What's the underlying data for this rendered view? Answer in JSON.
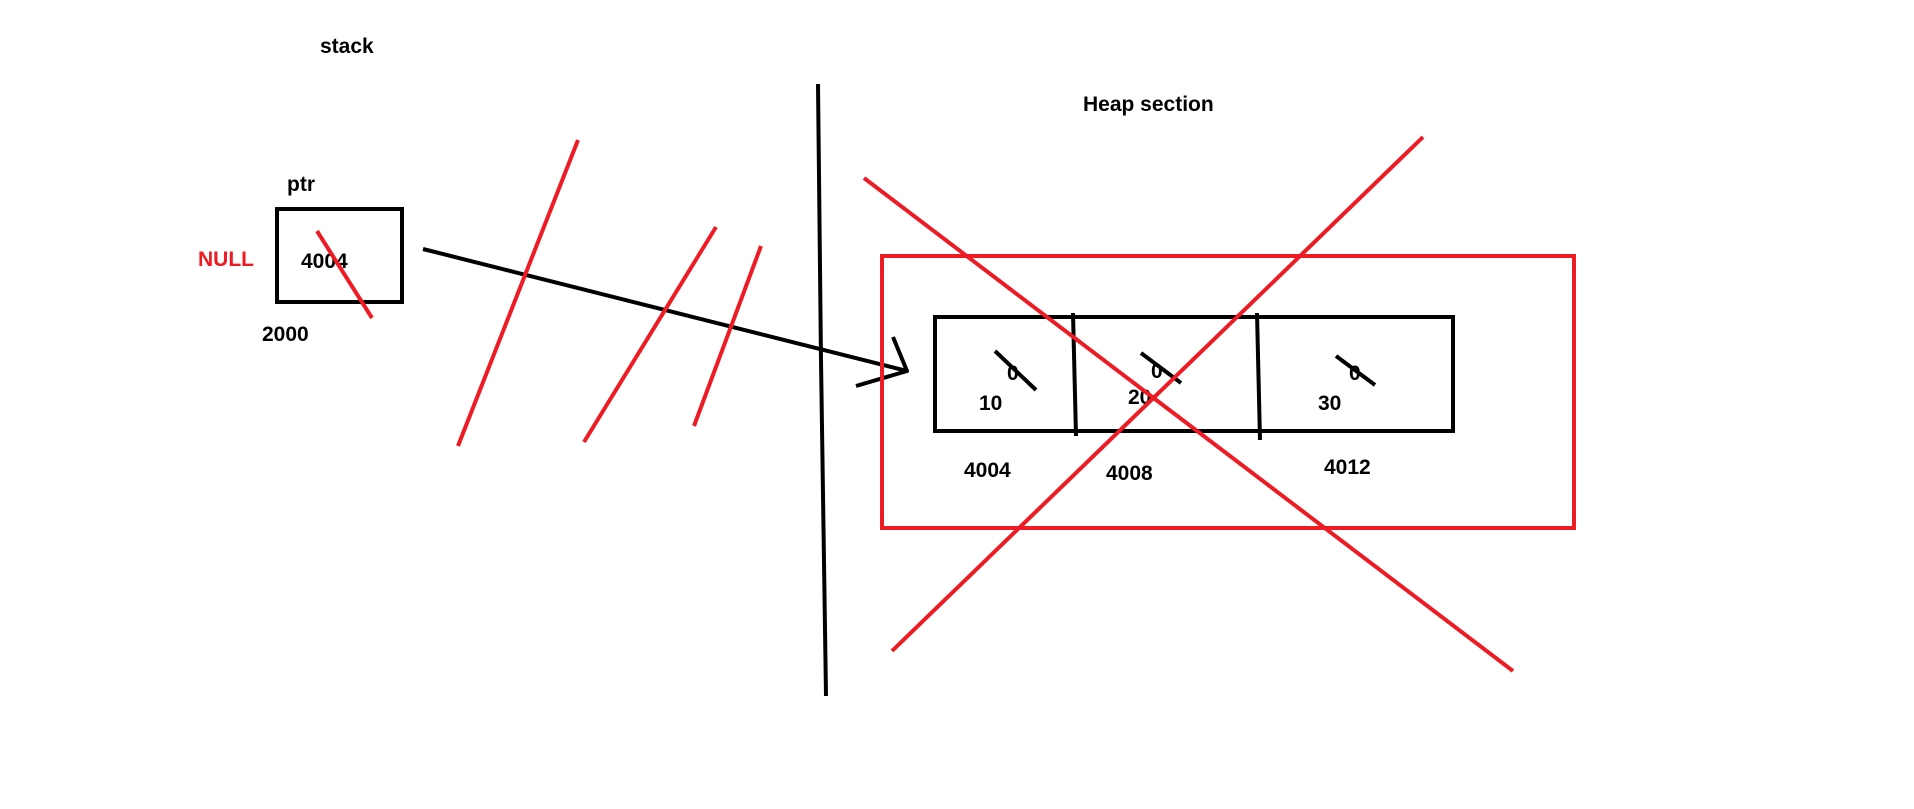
{
  "colors": {
    "ink": "#000000",
    "red": "#ed1c24",
    "background": "#ffffff"
  },
  "stack": {
    "section_label": "stack",
    "variable_name": "ptr",
    "variable_value": "4004",
    "variable_address": "2000",
    "null_label": "NULL"
  },
  "heap": {
    "section_label": "Heap section",
    "cells": [
      {
        "old_value": "0",
        "new_value": "10",
        "address": "4004"
      },
      {
        "old_value": "0",
        "new_value": "20",
        "address": "4008"
      },
      {
        "old_value": "0",
        "new_value": "30",
        "address": "4012"
      }
    ]
  }
}
